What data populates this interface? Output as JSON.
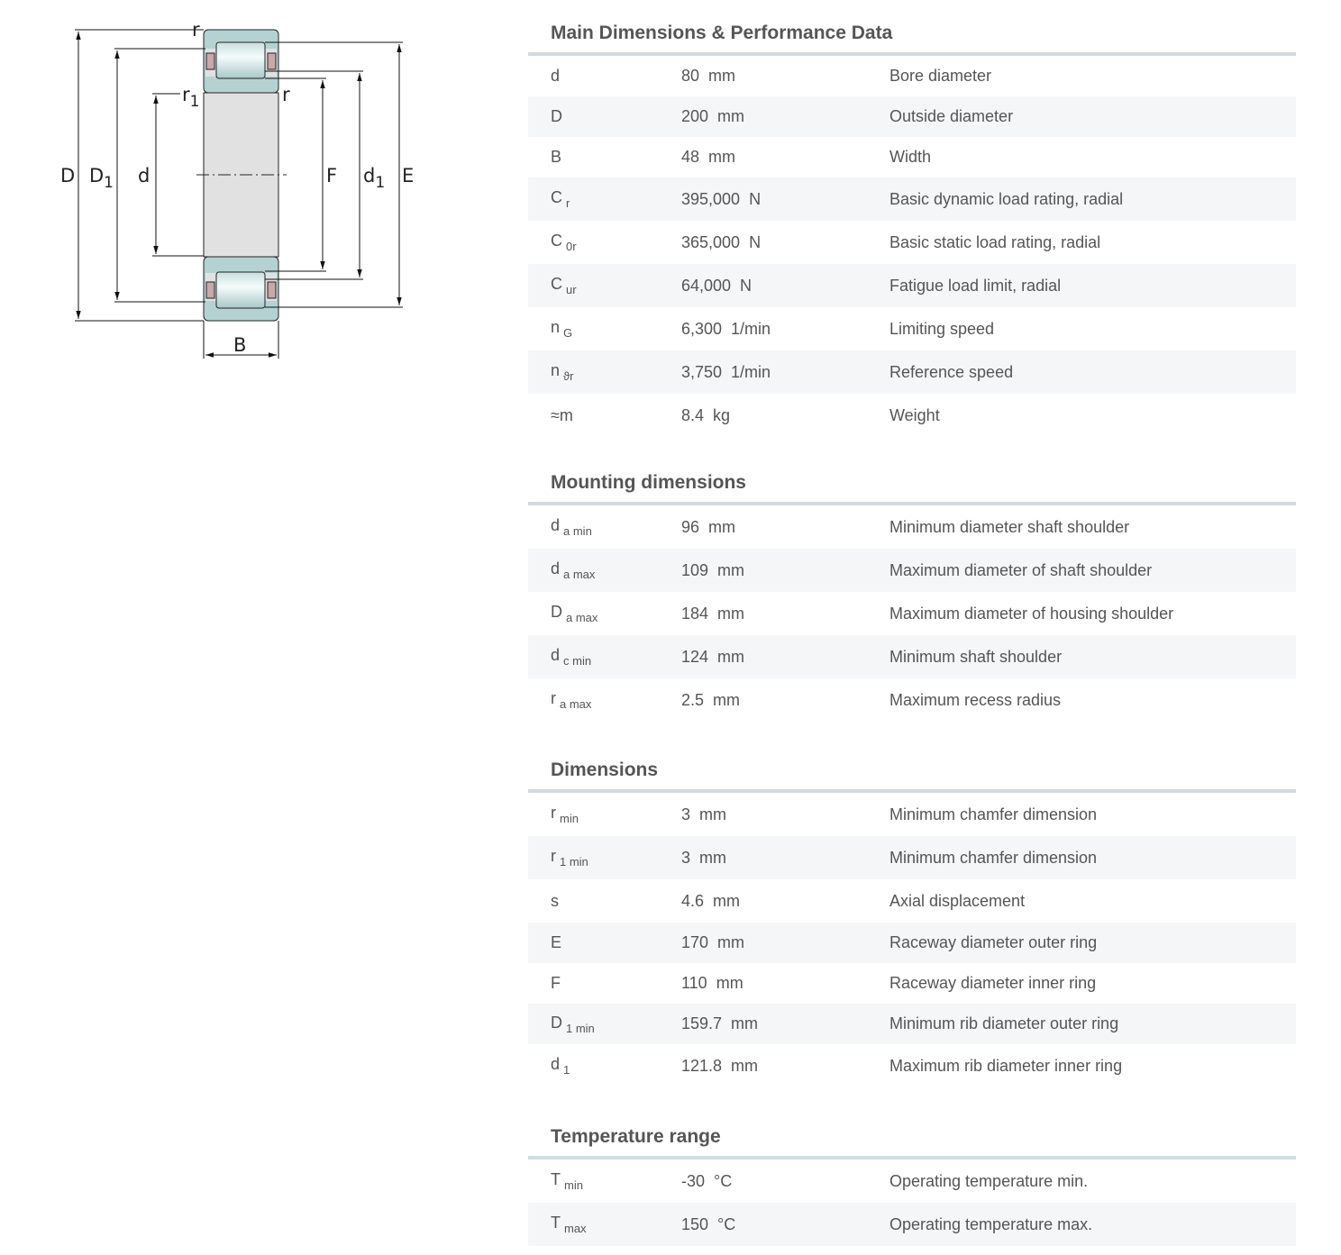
{
  "drawing": {
    "labels": {
      "D": "D",
      "D1": "D",
      "D1_sub": "1",
      "d": "d",
      "F": "F",
      "d1": "d",
      "d1_sub": "1",
      "E": "E",
      "B": "B",
      "r_top": "r",
      "r1": "r",
      "r1_sub": "1",
      "r_right": "r"
    },
    "colors": {
      "ring": "#b4d2d2",
      "bore": "#e1e1e1",
      "roller": "#e8f4f4",
      "cage": "#c8a8a8"
    }
  },
  "sections": [
    {
      "title": "Main Dimensions & Performance Data",
      "rows": [
        {
          "sym": "d",
          "sub": "",
          "value": "80  mm",
          "desc": "Bore diameter"
        },
        {
          "sym": "D",
          "sub": "",
          "value": "200  mm",
          "desc": "Outside diameter"
        },
        {
          "sym": "B",
          "sub": "",
          "value": "48  mm",
          "desc": "Width"
        },
        {
          "sym": "C",
          "sub": "r",
          "value": "395,000  N",
          "desc": "Basic dynamic load rating, radial"
        },
        {
          "sym": "C",
          "sub": "0r",
          "value": "365,000  N",
          "desc": "Basic static load rating, radial"
        },
        {
          "sym": "C",
          "sub": "ur",
          "value": "64,000  N",
          "desc": "Fatigue load limit, radial"
        },
        {
          "sym": "n",
          "sub": "G",
          "value": "6,300  1/min",
          "desc": "Limiting speed"
        },
        {
          "sym": "n",
          "sub": "ϑr",
          "value": "3,750  1/min",
          "desc": "Reference speed"
        },
        {
          "sym": "≈m",
          "sub": "",
          "value": "8.4  kg",
          "desc": "Weight"
        }
      ]
    },
    {
      "title": "Mounting dimensions",
      "rows": [
        {
          "sym": "d",
          "sub": "a min",
          "value": "96  mm",
          "desc": "Minimum diameter shaft shoulder"
        },
        {
          "sym": "d",
          "sub": "a max",
          "value": "109  mm",
          "desc": "Maximum diameter of shaft shoulder"
        },
        {
          "sym": "D",
          "sub": "a max",
          "value": "184  mm",
          "desc": "Maximum diameter of housing shoulder"
        },
        {
          "sym": "d",
          "sub": "c min",
          "value": "124  mm",
          "desc": "Minimum shaft shoulder"
        },
        {
          "sym": "r",
          "sub": "a max",
          "value": "2.5  mm",
          "desc": "Maximum recess radius"
        }
      ]
    },
    {
      "title": "Dimensions",
      "rows": [
        {
          "sym": "r",
          "sub": "min",
          "value": "3  mm",
          "desc": "Minimum chamfer dimension"
        },
        {
          "sym": "r",
          "sub": "1 min",
          "value": "3  mm",
          "desc": "Minimum chamfer dimension"
        },
        {
          "sym": "s",
          "sub": "",
          "value": "4.6  mm",
          "desc": "Axial displacement"
        },
        {
          "sym": "E",
          "sub": "",
          "value": "170  mm",
          "desc": "Raceway diameter outer ring"
        },
        {
          "sym": "F",
          "sub": "",
          "value": "110  mm",
          "desc": "Raceway diameter inner ring"
        },
        {
          "sym": "D",
          "sub": "1 min",
          "value": "159.7  mm",
          "desc": "Minimum rib diameter outer ring"
        },
        {
          "sym": "d",
          "sub": "1",
          "value": "121.8  mm",
          "desc": "Maximum rib diameter inner ring"
        }
      ]
    },
    {
      "title": "Temperature range",
      "rows": [
        {
          "sym": "T",
          "sub": "min",
          "value": "-30  °C",
          "desc": "Operating temperature min."
        },
        {
          "sym": "T",
          "sub": "max",
          "value": "150  °C",
          "desc": "Operating temperature max."
        }
      ]
    }
  ]
}
